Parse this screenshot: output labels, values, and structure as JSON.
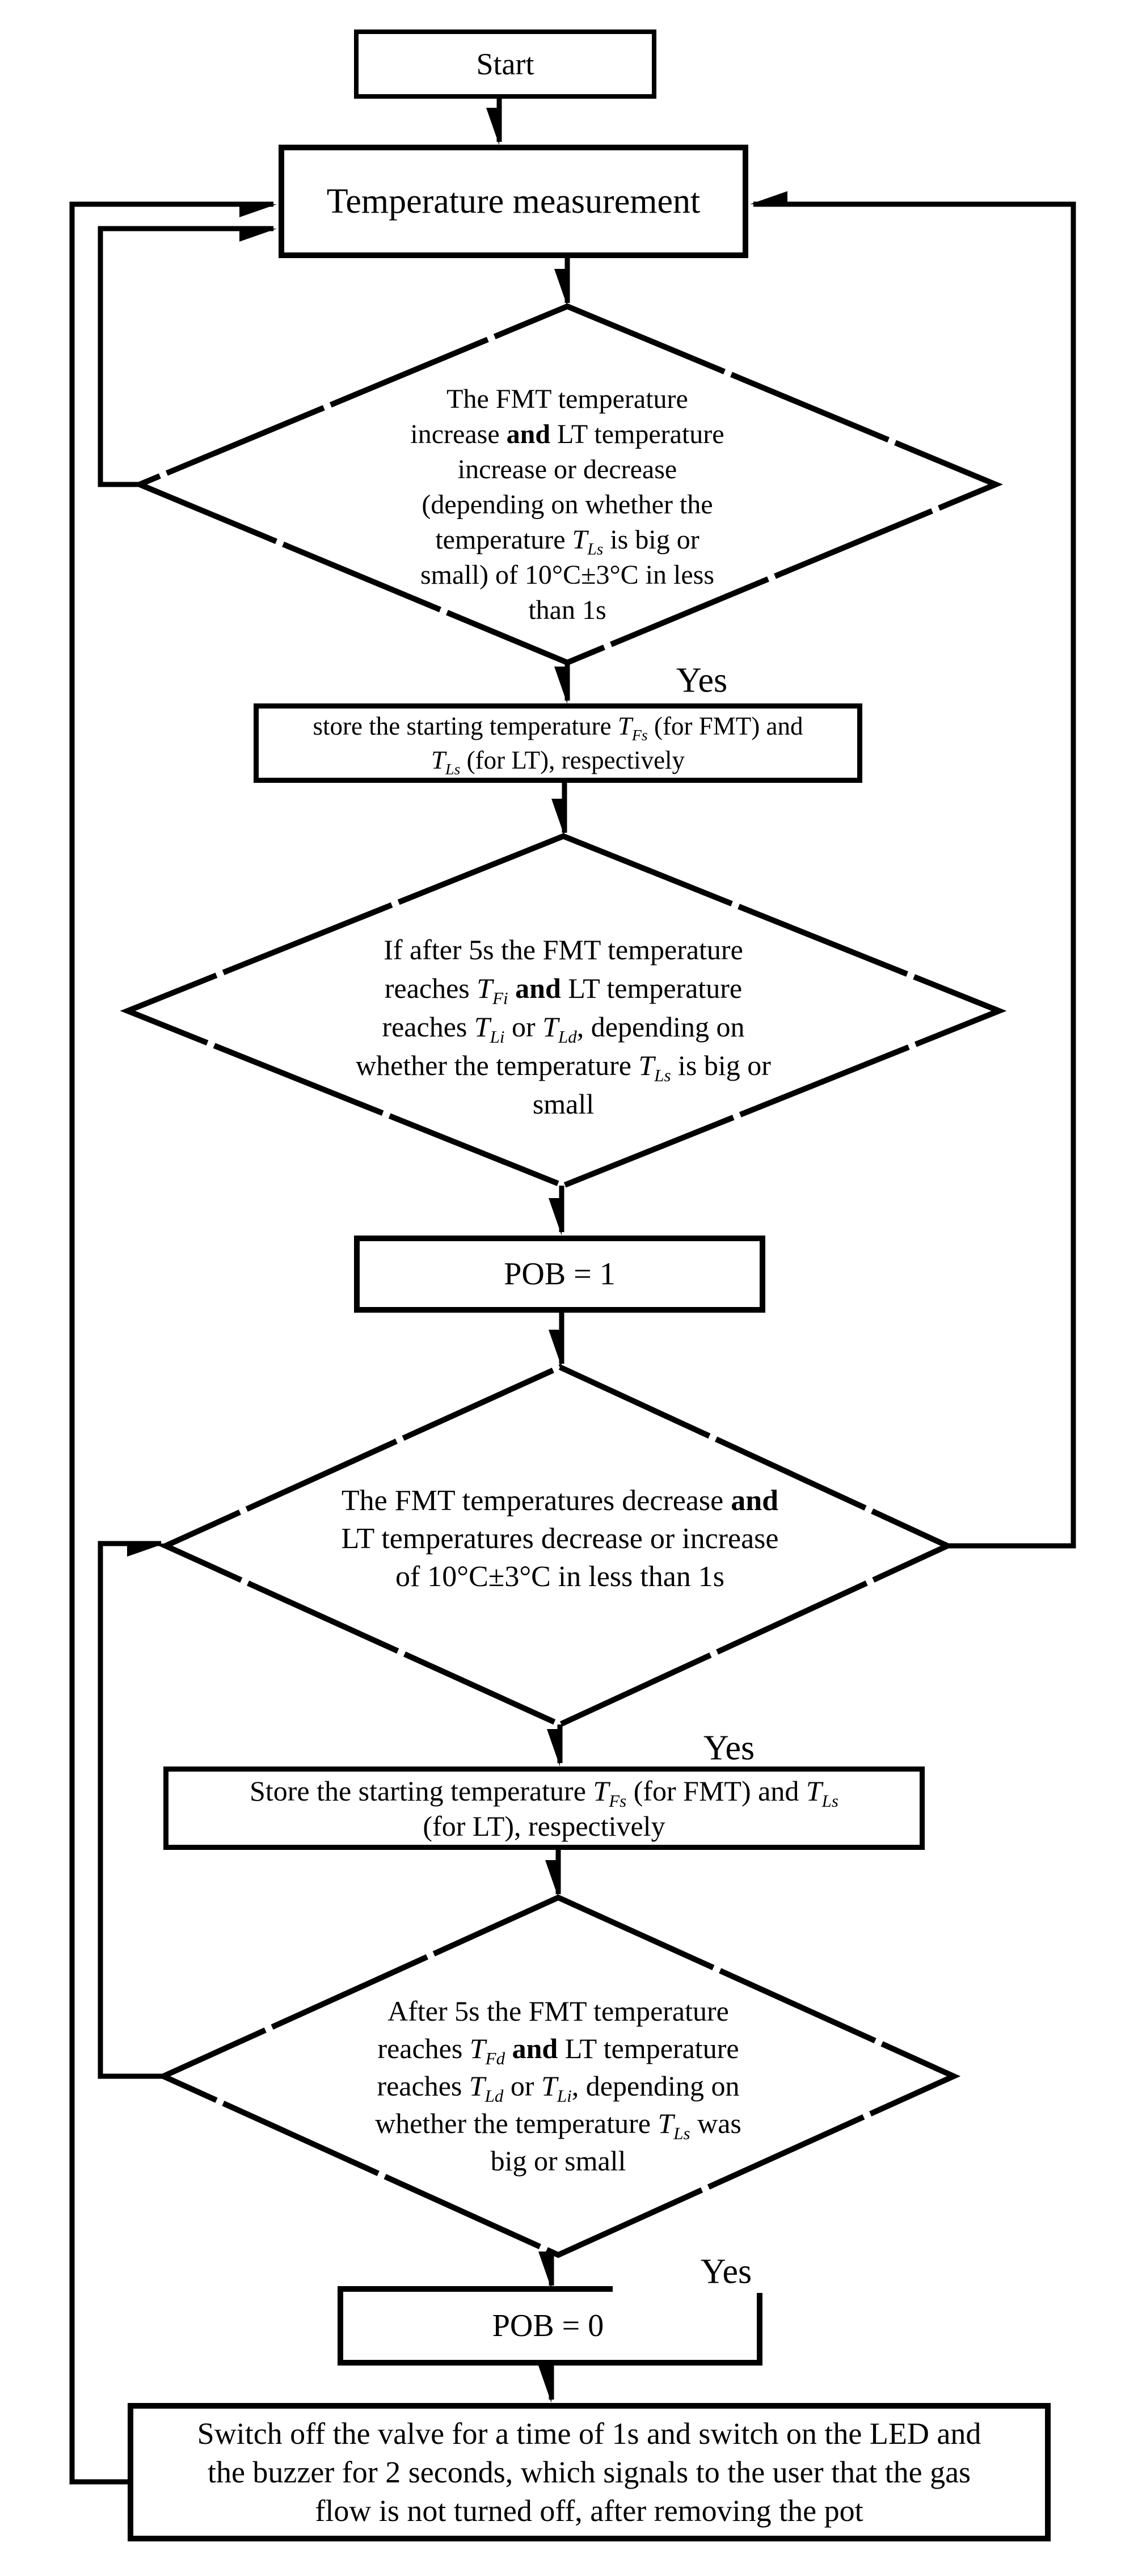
{
  "flowchart": {
    "colors": {
      "line": "#000000",
      "background": "#ffffff"
    },
    "edge_labels": {
      "yes1": "Yes",
      "yes2": "Yes",
      "yes3": "Yes"
    },
    "nodes": {
      "start": {
        "type": "terminator",
        "lines": [
          [
            {
              "t": "Start"
            }
          ]
        ]
      },
      "temp": {
        "type": "process",
        "lines": [
          [
            {
              "t": "Temperature measurement"
            }
          ]
        ]
      },
      "d1": {
        "type": "decision",
        "lines": [
          [
            {
              "t": "The FMT temperature"
            }
          ],
          [
            {
              "t": "increase "
            },
            {
              "t": "and",
              "b": 1
            },
            {
              "t": " LT temperature"
            }
          ],
          [
            {
              "t": "increase or decrease"
            }
          ],
          [
            {
              "t": "(depending on whether the"
            }
          ],
          [
            {
              "t": "temperature "
            },
            {
              "t": "T",
              "i": 1
            },
            {
              "t": "Ls",
              "i": 1,
              "sub": 1
            },
            {
              "t": " is big or"
            }
          ],
          [
            {
              "t": "small) of 10°C±3°C in less"
            }
          ],
          [
            {
              "t": "than 1s"
            }
          ]
        ]
      },
      "store1": {
        "type": "process",
        "lines": [
          [
            {
              "t": "store the starting temperature "
            },
            {
              "t": "T",
              "i": 1
            },
            {
              "t": "Fs",
              "i": 1,
              "sub": 1
            },
            {
              "t": " (for FMT) and"
            }
          ],
          [
            {
              "t": "T",
              "i": 1
            },
            {
              "t": "Ls",
              "i": 1,
              "sub": 1
            },
            {
              "t": " (for LT), respectively"
            }
          ]
        ]
      },
      "d2": {
        "type": "decision",
        "lines": [
          [
            {
              "t": "If after 5s the FMT temperature"
            }
          ],
          [
            {
              "t": "reaches "
            },
            {
              "t": "T",
              "i": 1
            },
            {
              "t": "Fi",
              "i": 1,
              "sub": 1
            },
            {
              "t": " "
            },
            {
              "t": "and",
              "b": 1
            },
            {
              "t": " LT temperature"
            }
          ],
          [
            {
              "t": "reaches "
            },
            {
              "t": "T",
              "i": 1
            },
            {
              "t": "Li",
              "i": 1,
              "sub": 1
            },
            {
              "t": " or "
            },
            {
              "t": "T",
              "i": 1
            },
            {
              "t": "Ld",
              "i": 1,
              "sub": 1
            },
            {
              "t": ", depending on"
            }
          ],
          [
            {
              "t": "whether the temperature "
            },
            {
              "t": "T",
              "i": 1
            },
            {
              "t": "Ls",
              "i": 1,
              "sub": 1
            },
            {
              "t": " is big or"
            }
          ],
          [
            {
              "t": "small"
            }
          ]
        ]
      },
      "pob1": {
        "type": "process",
        "lines": [
          [
            {
              "t": "POB = 1"
            }
          ]
        ]
      },
      "d3": {
        "type": "decision",
        "lines": [
          [
            {
              "t": "The FMT temperatures decrease "
            },
            {
              "t": "and",
              "b": 1
            }
          ],
          [
            {
              "t": "LT temperatures decrease or increase"
            }
          ],
          [
            {
              "t": "of 10°C±3°C in less than 1s"
            }
          ]
        ]
      },
      "store2": {
        "type": "process",
        "lines": [
          [
            {
              "t": "Store the starting temperature "
            },
            {
              "t": "T",
              "i": 1
            },
            {
              "t": "Fs",
              "i": 1,
              "sub": 1
            },
            {
              "t": " (for FMT) and "
            },
            {
              "t": "T",
              "i": 1
            },
            {
              "t": "Ls",
              "i": 1,
              "sub": 1
            }
          ],
          [
            {
              "t": "(for LT), respectively"
            }
          ]
        ]
      },
      "d4": {
        "type": "decision",
        "lines": [
          [
            {
              "t": "After 5s the FMT temperature"
            }
          ],
          [
            {
              "t": "reaches "
            },
            {
              "t": "T",
              "i": 1
            },
            {
              "t": "Fd",
              "i": 1,
              "sub": 1
            },
            {
              "t": " "
            },
            {
              "t": "and",
              "b": 1
            },
            {
              "t": " LT temperature"
            }
          ],
          [
            {
              "t": "reaches "
            },
            {
              "t": "T",
              "i": 1
            },
            {
              "t": "Ld",
              "i": 1,
              "sub": 1
            },
            {
              "t": " or "
            },
            {
              "t": "T",
              "i": 1
            },
            {
              "t": "Li",
              "i": 1,
              "sub": 1
            },
            {
              "t": ", depending on"
            }
          ],
          [
            {
              "t": "whether the temperature "
            },
            {
              "t": "T",
              "i": 1
            },
            {
              "t": "Ls",
              "i": 1,
              "sub": 1
            },
            {
              "t": " was"
            }
          ],
          [
            {
              "t": "big or small"
            }
          ]
        ]
      },
      "pob0": {
        "type": "process",
        "lines": [
          [
            {
              "t": "POB = 0"
            }
          ]
        ]
      },
      "final": {
        "type": "process",
        "lines": [
          [
            {
              "t": "Switch off the valve for a time of 1s and switch on the LED and"
            }
          ],
          [
            {
              "t": "the buzzer for 2 seconds, which signals to the user that the gas"
            }
          ],
          [
            {
              "t": "flow is not turned off, after removing the pot"
            }
          ]
        ]
      }
    }
  }
}
